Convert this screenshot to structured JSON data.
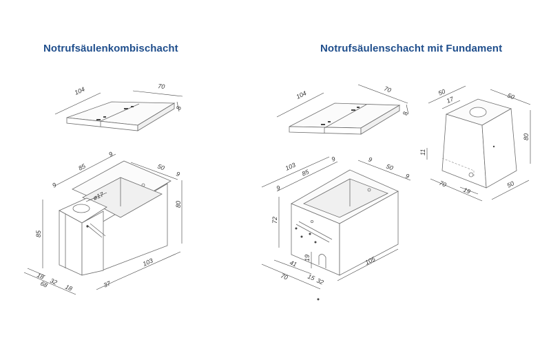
{
  "titles": {
    "left": "Notrufsäulenkombischacht",
    "right": "Notrufsäulenschacht mit Fundament"
  },
  "colors": {
    "title": "#1f4e8c",
    "line": "#6a6a6a"
  },
  "dimensions": {
    "left": {
      "lid_length": "104",
      "lid_width": "70",
      "lid_thickness": "8",
      "box_85": "85",
      "box_9_top": "9",
      "box_50": "50",
      "box_9_right": "9",
      "box_9_left": "9",
      "height_80": "80",
      "hole_diameter": "ø17",
      "column_85": "85",
      "bottom_18a": "18",
      "bottom_32": "32",
      "bottom_18b": "18",
      "bottom_68": "68",
      "bottom_37": "37",
      "bottom_103": "103"
    },
    "middle": {
      "lid_length": "104",
      "lid_width": "70",
      "lid_thickness": "8",
      "box_103": "103",
      "box_85": "85",
      "box_9_top": "9",
      "box_9_right": "9",
      "box_50": "50",
      "box_9_side": "9",
      "box_9_left": "9",
      "height_72": "72",
      "bottom_41": "41",
      "bottom_19": "19",
      "bottom_70": "70",
      "bottom_15": "15",
      "bottom_32": "32",
      "bottom_105": "105"
    },
    "right": {
      "top_50a": "50",
      "top_17": "17",
      "top_50b": "50",
      "height_80": "80",
      "side_11": "11",
      "base_70": "70",
      "base_19": "19",
      "base_50": "50"
    }
  }
}
